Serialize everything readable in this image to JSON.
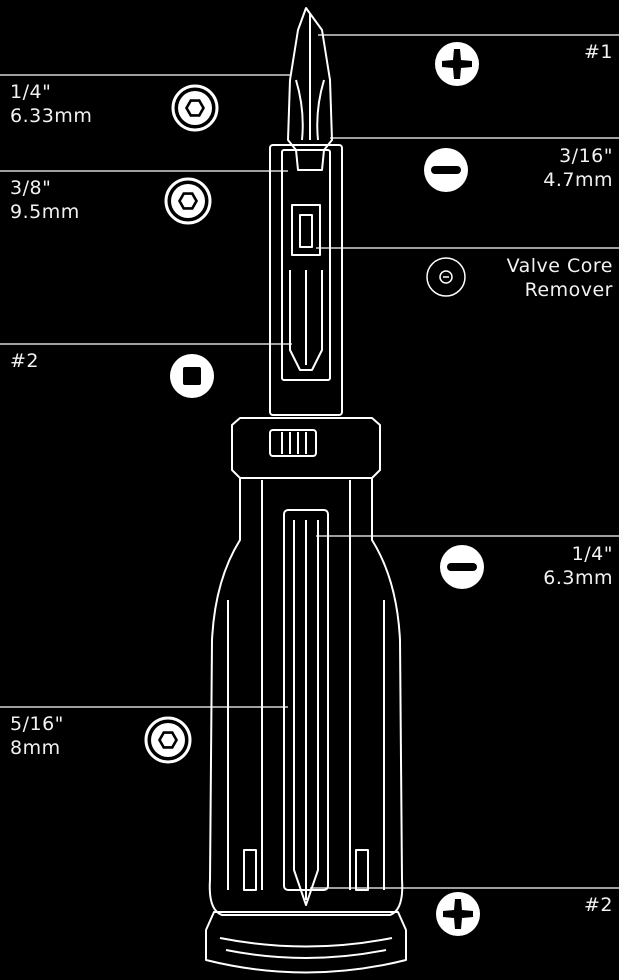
{
  "colors": {
    "background": "#000000",
    "line": "#ffffff"
  },
  "callouts": [
    {
      "id": "phillips-1",
      "icon": "phillips-icon",
      "lines": [
        "#1"
      ]
    },
    {
      "id": "hex-1-4",
      "icon": "hex-icon",
      "lines": [
        "1/4\"",
        "6.33mm"
      ]
    },
    {
      "id": "slot-3-16",
      "icon": "slotted-icon",
      "lines": [
        "3/16\"",
        "4.7mm"
      ]
    },
    {
      "id": "hex-3-8",
      "icon": "hex-icon",
      "lines": [
        "3/8\"",
        "9.5mm"
      ]
    },
    {
      "id": "valve-core",
      "icon": "valve-core-icon",
      "lines": [
        "Valve Core",
        "Remover"
      ]
    },
    {
      "id": "square-2",
      "icon": "square-drive-icon",
      "lines": [
        "#2"
      ]
    },
    {
      "id": "slot-1-4",
      "icon": "slotted-icon",
      "lines": [
        "1/4\"",
        "6.3mm"
      ]
    },
    {
      "id": "hex-5-16",
      "icon": "hex-icon",
      "lines": [
        "5/16\"",
        "8mm"
      ]
    },
    {
      "id": "phillips-2",
      "icon": "phillips-icon",
      "lines": [
        "#2"
      ]
    }
  ]
}
